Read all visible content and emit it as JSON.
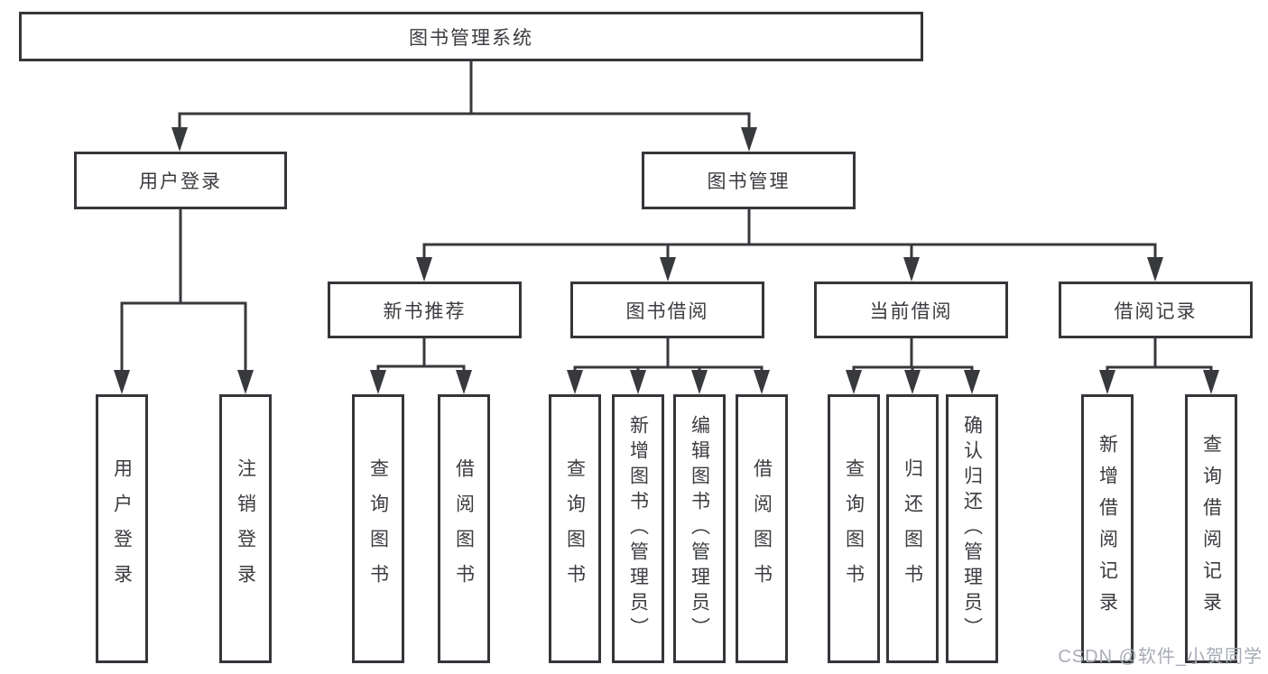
{
  "diagram": {
    "root": "图书管理系统",
    "level2": [
      "用户登录",
      "图书管理"
    ],
    "level3": [
      "新书推荐",
      "图书借阅",
      "当前借阅",
      "借阅记录"
    ],
    "leaves": [
      "用户登录",
      "注销登录",
      "查询图书",
      "借阅图书",
      "查询图书",
      "新增图书（管理员）",
      "编辑图书（管理员）",
      "借阅图书",
      "查询图书",
      "归还图书",
      "确认归还（管理员）",
      "新增借阅记录",
      "查询借阅记录"
    ]
  },
  "watermark": "CSDN @软件_小贺同学",
  "colors": {
    "line": "#38393d",
    "border": "#35363a",
    "text": "#3b3c40",
    "watermark": "#a9acb6",
    "background": "#ffffff"
  }
}
